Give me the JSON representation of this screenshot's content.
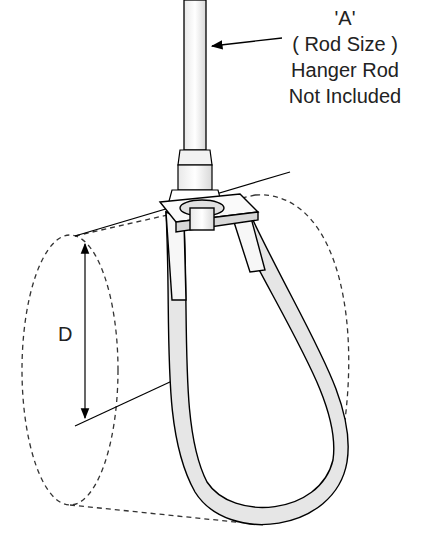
{
  "diagram": {
    "labels": [
      "'A'",
      "( Rod Size )",
      "Hanger Rod",
      "Not Included",
      "D"
    ]
  }
}
